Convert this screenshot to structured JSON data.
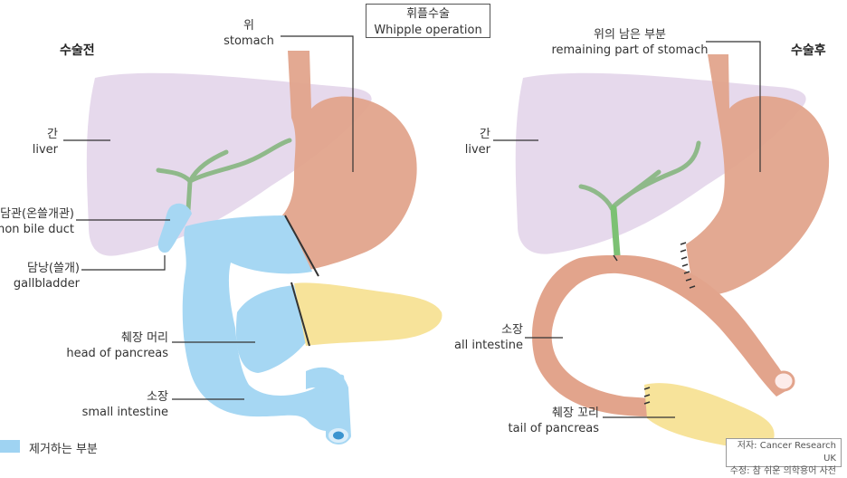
{
  "title": {
    "ko": "휘플수술",
    "en": "Whipple operation"
  },
  "before": {
    "heading": "수술전",
    "stomach": {
      "ko": "위",
      "en": "stomach"
    },
    "liver": {
      "ko": "간",
      "en": "liver"
    },
    "bile_duct": {
      "ko": "담관(온쓸개관)",
      "en": "common bile duct"
    },
    "gallbladder": {
      "ko": "담낭(쓸개)",
      "en": "gallbladder"
    },
    "pancreas_head": {
      "ko": "췌장 머리",
      "en": "head of pancreas"
    },
    "small_intestine": {
      "ko": "소장",
      "en": "small intestine"
    }
  },
  "after": {
    "heading": "수술후",
    "remaining_stomach": {
      "ko": "위의 남은 부분",
      "en": "remaining part of stomach"
    },
    "liver": {
      "ko": "간",
      "en": "liver"
    },
    "intestine": {
      "ko": "소장",
      "en": "all intestine"
    },
    "pancreas_tail": {
      "ko": "췌장 꼬리",
      "en": "tail of pancreas"
    }
  },
  "legend": {
    "label": "제거하는 부분",
    "color": "#9fd3f2"
  },
  "credit": {
    "line1": "저자: Cancer Research UK",
    "line2": "수정: 참 쉬운 의학용어 사전"
  },
  "colors": {
    "liver": "#e6d9ec",
    "stomach": "#e2a48c",
    "removed": "#a6d7f3",
    "pancreas": "#f7e39a",
    "bile": "#8fb98a",
    "bile_new": "#7cc173",
    "line": "#333333"
  }
}
